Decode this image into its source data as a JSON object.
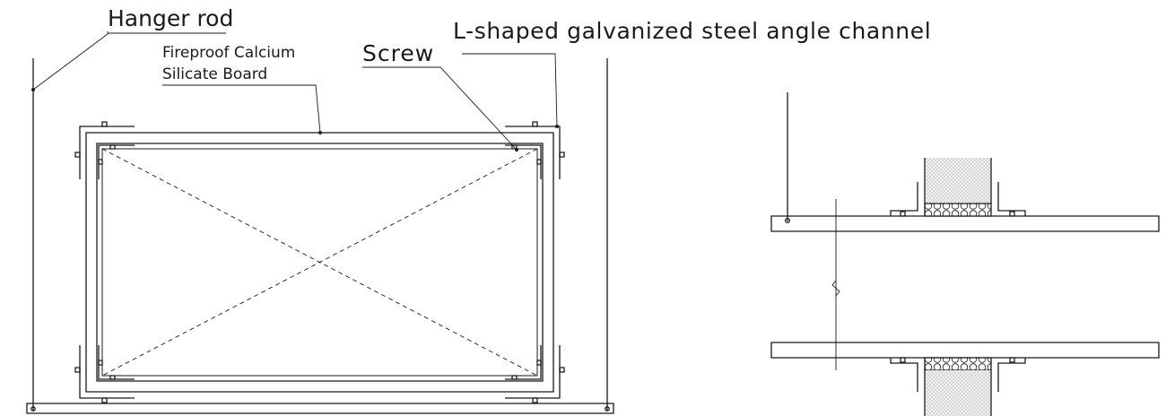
{
  "labels": {
    "hanger_rod": "Hanger rod",
    "board_line1": "Fireproof Calcium",
    "board_line2": "Silicate Board",
    "screw": "Screw",
    "angle_channel": "L-shaped galvanized steel angle channel"
  },
  "colors": {
    "line": "#1a1a1a",
    "fill_grey": "#e6e6e6",
    "background": "#ffffff"
  }
}
